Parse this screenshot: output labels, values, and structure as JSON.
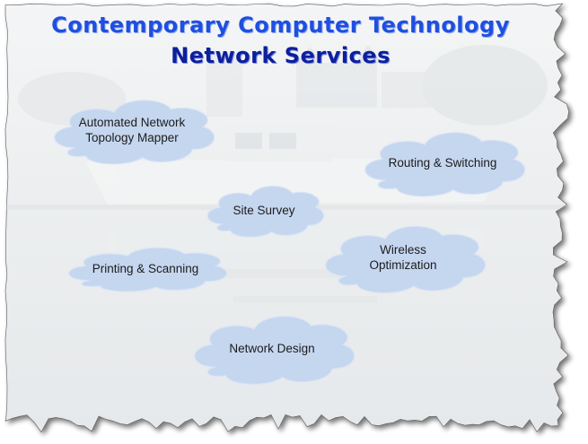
{
  "header": {
    "title": "Contemporary Computer Technology",
    "subtitle": "Network Services"
  },
  "colors": {
    "title_primary": "#1f4fe0",
    "title_secondary": "#0d1f9c",
    "cloud_fill": "#c5d6ef",
    "cloud_stroke": "#d9e4f5",
    "background_photo": "#e9ecee"
  },
  "services": [
    {
      "id": "automated-network-topology-mapper",
      "label": "Automated Network\nTopology Mapper"
    },
    {
      "id": "routing-switching",
      "label": "Routing & Switching"
    },
    {
      "id": "site-survey",
      "label": "Site Survey"
    },
    {
      "id": "wireless-optimization",
      "label": "Wireless\nOptimization"
    },
    {
      "id": "printing-scanning",
      "label": "Printing & Scanning"
    },
    {
      "id": "network-design",
      "label": "Network Design"
    }
  ]
}
